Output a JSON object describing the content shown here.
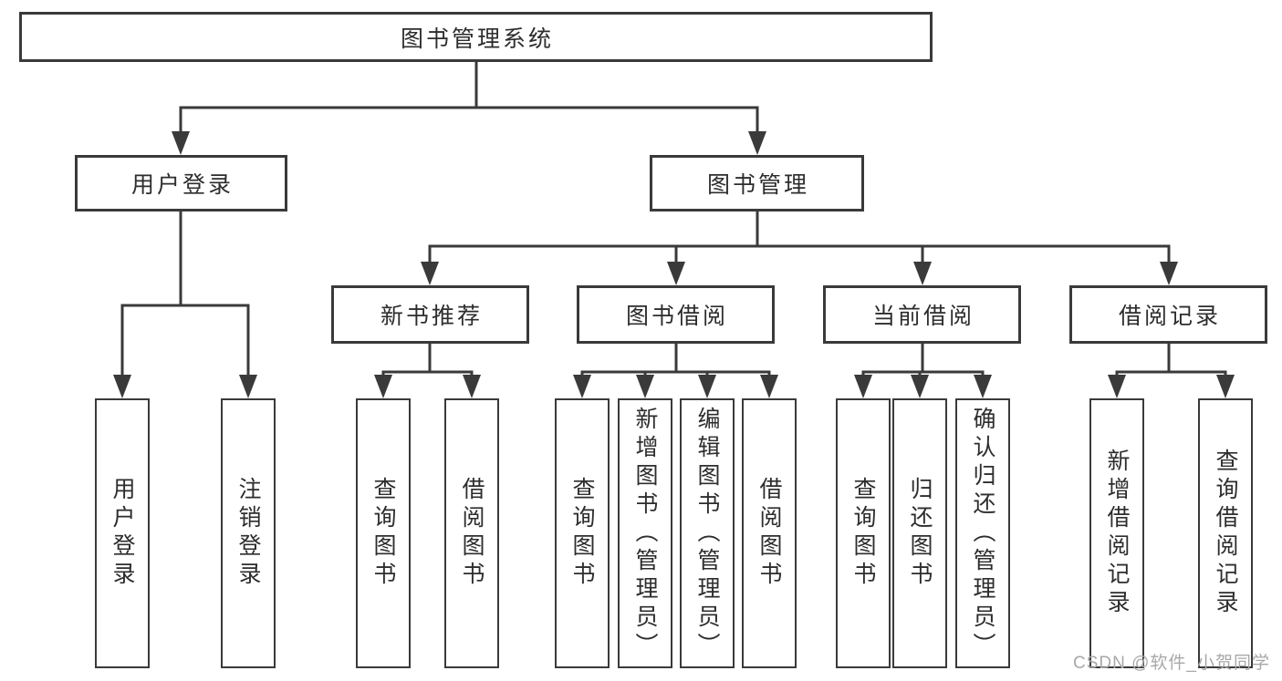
{
  "tree": {
    "label": "图书管理系统",
    "children": [
      {
        "label": "用户登录",
        "children": [
          {
            "label": "用户登录"
          },
          {
            "label": "注销登录"
          }
        ]
      },
      {
        "label": "图书管理",
        "children": [
          {
            "label": "新书推荐",
            "children": [
              {
                "label": "查询图书"
              },
              {
                "label": "借阅图书"
              }
            ]
          },
          {
            "label": "图书借阅",
            "children": [
              {
                "label": "查询图书"
              },
              {
                "label": "新增图书（管理员）"
              },
              {
                "label": "编辑图书（管理员）"
              },
              {
                "label": "借阅图书"
              }
            ]
          },
          {
            "label": "当前借阅",
            "children": [
              {
                "label": "查询图书"
              },
              {
                "label": "归还图书"
              },
              {
                "label": "确认归还（管理员）"
              }
            ]
          },
          {
            "label": "借阅记录",
            "children": [
              {
                "label": "新增借阅记录"
              },
              {
                "label": "查询借阅记录"
              }
            ]
          }
        ]
      }
    ]
  },
  "watermark": {
    "text": "CSDN @软件_小贺同学"
  },
  "colors": {
    "line": "#3a3a3a",
    "box_border": "#3a3a3a",
    "text": "#2d2d2d",
    "watermark": "#a8a8a8",
    "background": "#ffffff"
  }
}
